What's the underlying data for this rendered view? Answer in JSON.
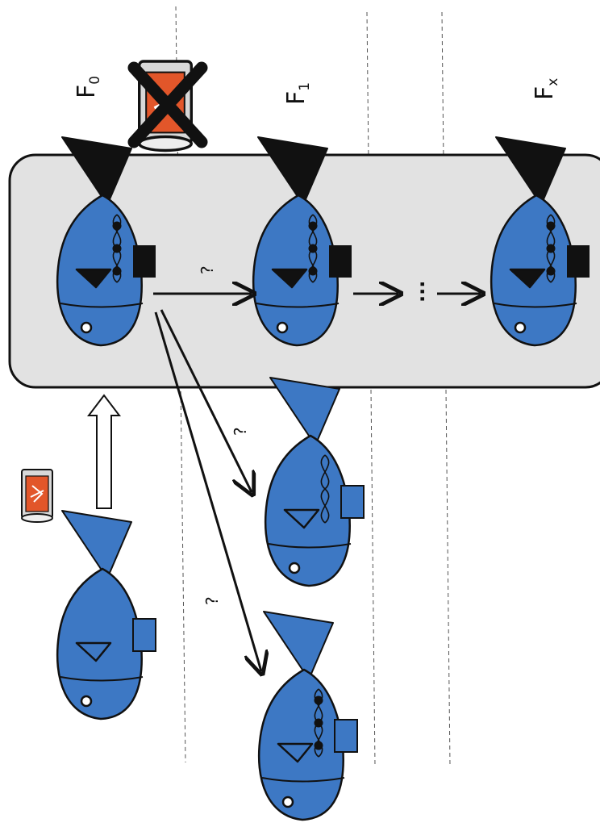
{
  "generations": [
    {
      "main": "F",
      "sub": "0"
    },
    {
      "main": "F",
      "sub": "1"
    },
    {
      "main": "F",
      "sub": "x"
    }
  ],
  "transition_marks": [
    "?",
    "?",
    "?"
  ],
  "continuation_mark": "...",
  "colors": {
    "fish_body": "#3d78c4",
    "box_fill": "#e2e2e2",
    "can_label": "#e2562a",
    "outline": "#111111"
  },
  "icons": [
    "fish-icon",
    "exposure-can-icon",
    "crossed-out-can-icon",
    "dna-strand-icon",
    "lesion-triangle-icon"
  ]
}
